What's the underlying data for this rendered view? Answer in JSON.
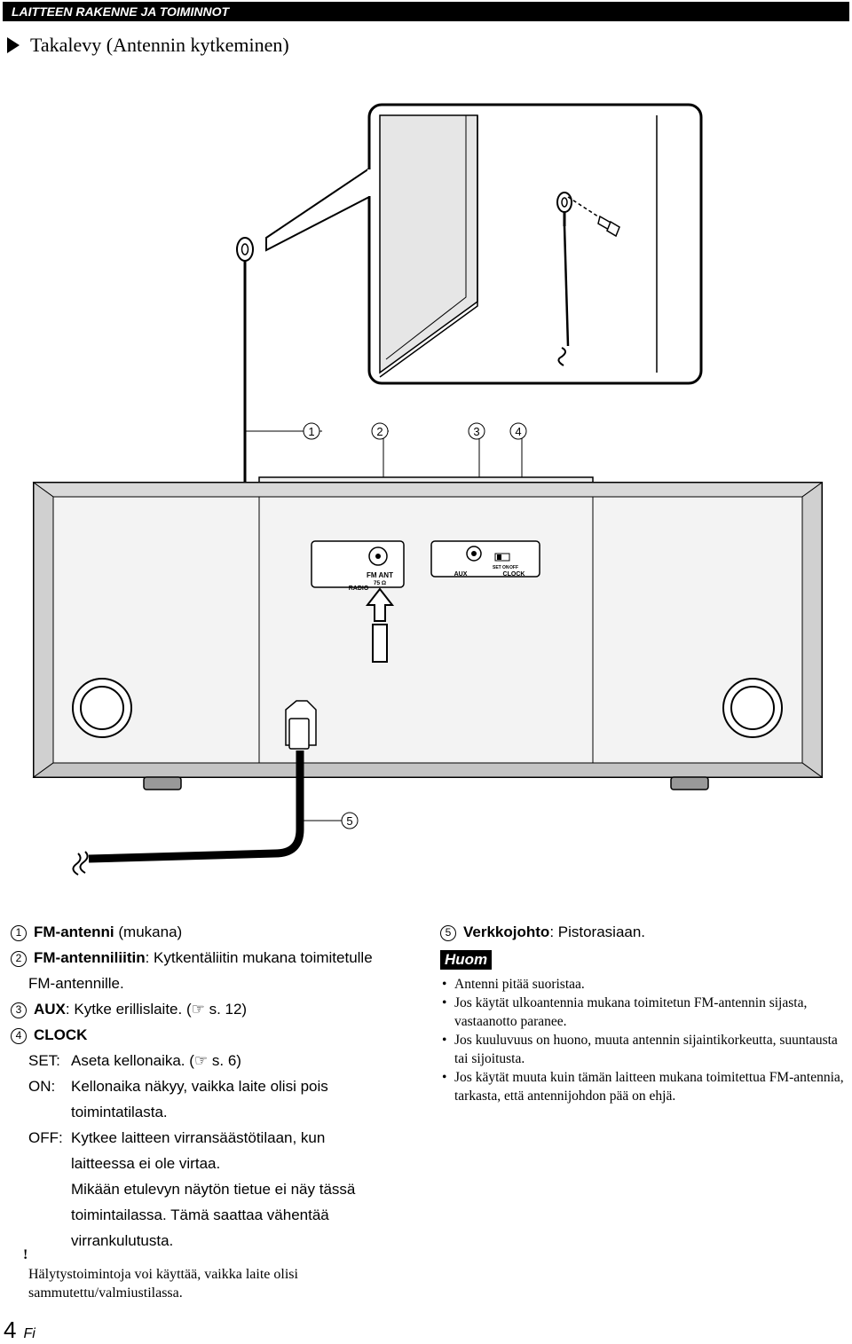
{
  "header": {
    "title": "LAITTEEN RAKENNE JA TOIMINNOT"
  },
  "section": {
    "title": "Takalevy (Antennin kytkeminen)"
  },
  "figure": {
    "callouts": [
      "1",
      "2",
      "3",
      "4",
      "5"
    ],
    "panel_labels": {
      "fm_ant": "FM ANT",
      "ohm": "75 Ω",
      "radio": "RADIO",
      "aux": "AUX",
      "clock": "CLOCK",
      "set": "SET",
      "on": "ON",
      "off": "OFF"
    }
  },
  "items": {
    "item1": {
      "num": "1",
      "term": "FM-antenni",
      "desc": " (mukana)"
    },
    "item2": {
      "num": "2",
      "term": "FM-antenniliitin",
      "desc": ": Kytkentäliitin mukana toimitetulle",
      "desc2": "FM-antennille."
    },
    "item3": {
      "num": "3",
      "term": "AUX",
      "desc": ":  Kytke erillislaite. (☞ s.  12)"
    },
    "item4": {
      "num": "4",
      "term": "CLOCK",
      "set_key": "SET:",
      "set_desc": "Aseta kellonaika. (☞ s.  6)",
      "on_key": "ON:",
      "on_desc": "Kellonaika näkyy, vaikka laite olisi pois",
      "on_desc2": "toimintatilasta.",
      "off_key": "OFF:",
      "off_desc": "Kytkee laitteen virransäästötilaan, kun",
      "off_desc2": "laitteessa ei ole virtaa.",
      "off_desc3": "Mikään etulevyn näytön tietue ei näy tässä",
      "off_desc4": "toimintailassa. Tämä saattaa vähentää",
      "off_desc5": "virrankulutusta."
    },
    "item5": {
      "num": "5",
      "term": "Verkkojohto",
      "desc": ": Pistorasiaan."
    }
  },
  "note": {
    "label": "Huom",
    "bullets": [
      "Antenni pitää suoristaa.",
      "Jos käytät ulkoantennia mukana toimitetun FM-antennin sijasta, vastaanotto paranee.",
      "Jos kuuluvuus on huono, muuta antennin sijaintikorkeutta, suuntausta tai sijoitusta.",
      "Jos käytät muuta kuin tämän laitteen mukana toimitettua FM-antennia, tarkasta, että antennijohdon pää on ehjä."
    ]
  },
  "warning": {
    "mark": "!",
    "text": "Hälytystoimintoja voi käyttää, vaikka laite olisi sammutettu/valmiustilassa."
  },
  "footer": {
    "page": "4",
    "lang": "Fi"
  }
}
